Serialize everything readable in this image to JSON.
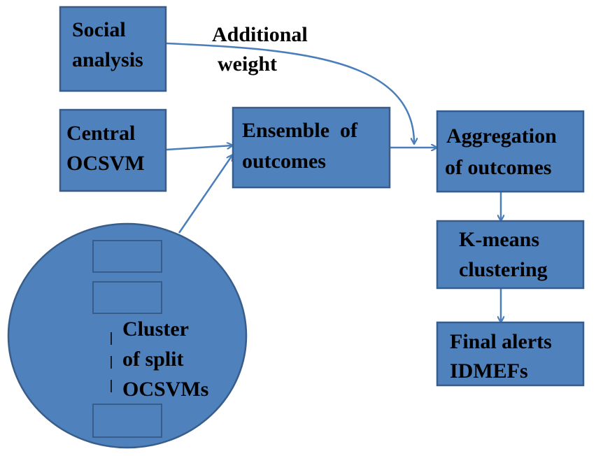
{
  "nodes": {
    "social_analysis": [
      "Social",
      "analysis"
    ],
    "central_ocsvm": [
      "Central",
      "OCSVM"
    ],
    "ensemble": [
      "Ensemble  of",
      "outcomes"
    ],
    "aggregation": [
      "Aggregation",
      "of outcomes"
    ],
    "kmeans": [
      "K-means",
      "clustering"
    ],
    "final_alerts": [
      "Final alerts",
      "IDMEFs"
    ],
    "cluster": [
      "Cluster",
      "of split",
      "OCSVMs"
    ]
  },
  "edge_labels": {
    "additional_weight": [
      "Additional",
      "weight"
    ]
  },
  "colors": {
    "box_fill": "#4f81bd",
    "box_stroke": "#385d8a",
    "arrow": "#4a7ebb"
  }
}
